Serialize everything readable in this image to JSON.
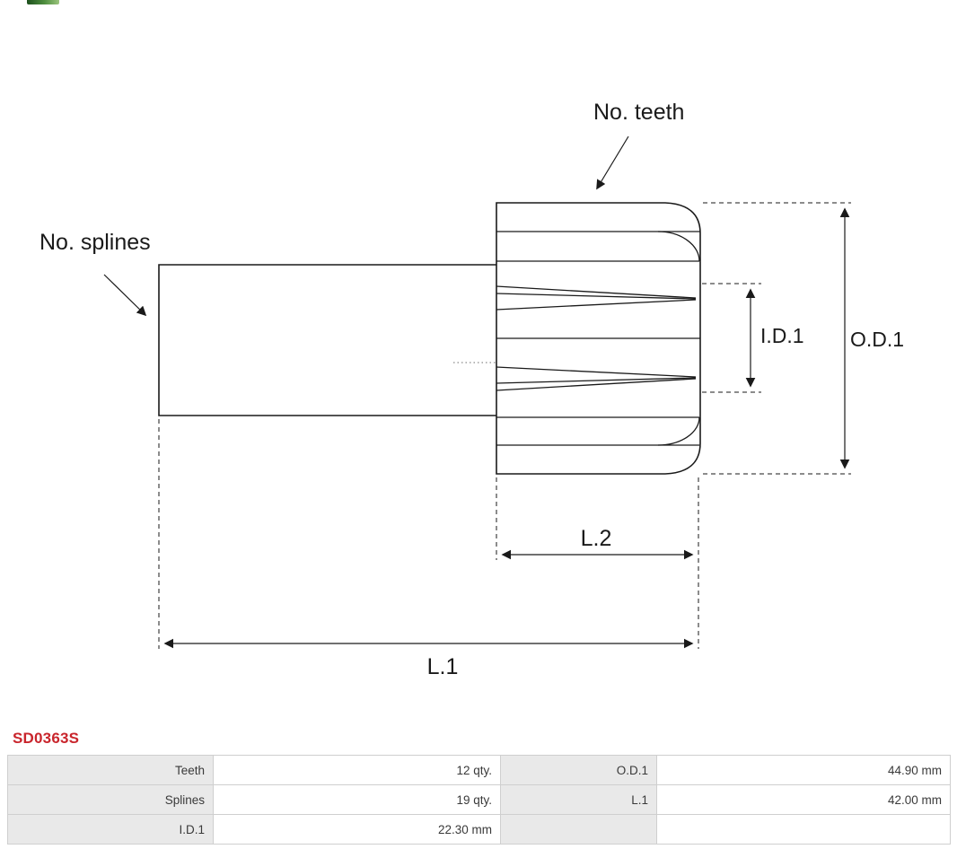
{
  "colors": {
    "accent_red": "#c9252c",
    "line": "#1a1a1a",
    "table_label_bg": "#e9e9e9",
    "table_border": "#cfcfcf"
  },
  "part_number": "SD0363S",
  "diagram": {
    "type": "starter-drive-pinion-technical-drawing",
    "labels": {
      "no_teeth": "No. teeth",
      "no_splines": "No. splines",
      "id1": "I.D.1",
      "od1": "O.D.1",
      "l2": "L.2",
      "l1": "L.1"
    }
  },
  "spec_table": {
    "rows": [
      {
        "c0": "Teeth",
        "c1": "12 qty.",
        "c2": "O.D.1",
        "c3": "44.90 mm"
      },
      {
        "c0": "Splines",
        "c1": "19 qty.",
        "c2": "L.1",
        "c3": "42.00 mm"
      },
      {
        "c0": "I.D.1",
        "c1": "22.30 mm",
        "c2": "",
        "c3": ""
      }
    ]
  }
}
